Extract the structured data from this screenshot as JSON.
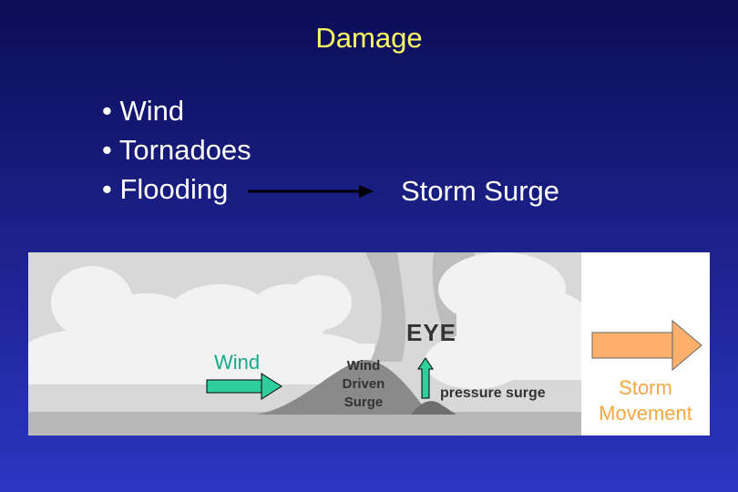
{
  "title": "Damage",
  "bullets": [
    "• Wind",
    "• Tornadoes",
    "• Flooding"
  ],
  "surge_label": "Storm Surge",
  "diagram": {
    "eye_label": "EYE",
    "wind_label": "Wind",
    "wind_driven_surge": [
      "Wind",
      "Driven",
      "Surge"
    ],
    "pressure_surge_label": "pressure surge",
    "storm_movement": [
      "Storm",
      "Movement"
    ]
  },
  "colors": {
    "title": "#ffff66",
    "wind_arrow": "#2ecf9c",
    "storm_arrow": "#ffb06a",
    "storm_text": "#f5a742"
  }
}
